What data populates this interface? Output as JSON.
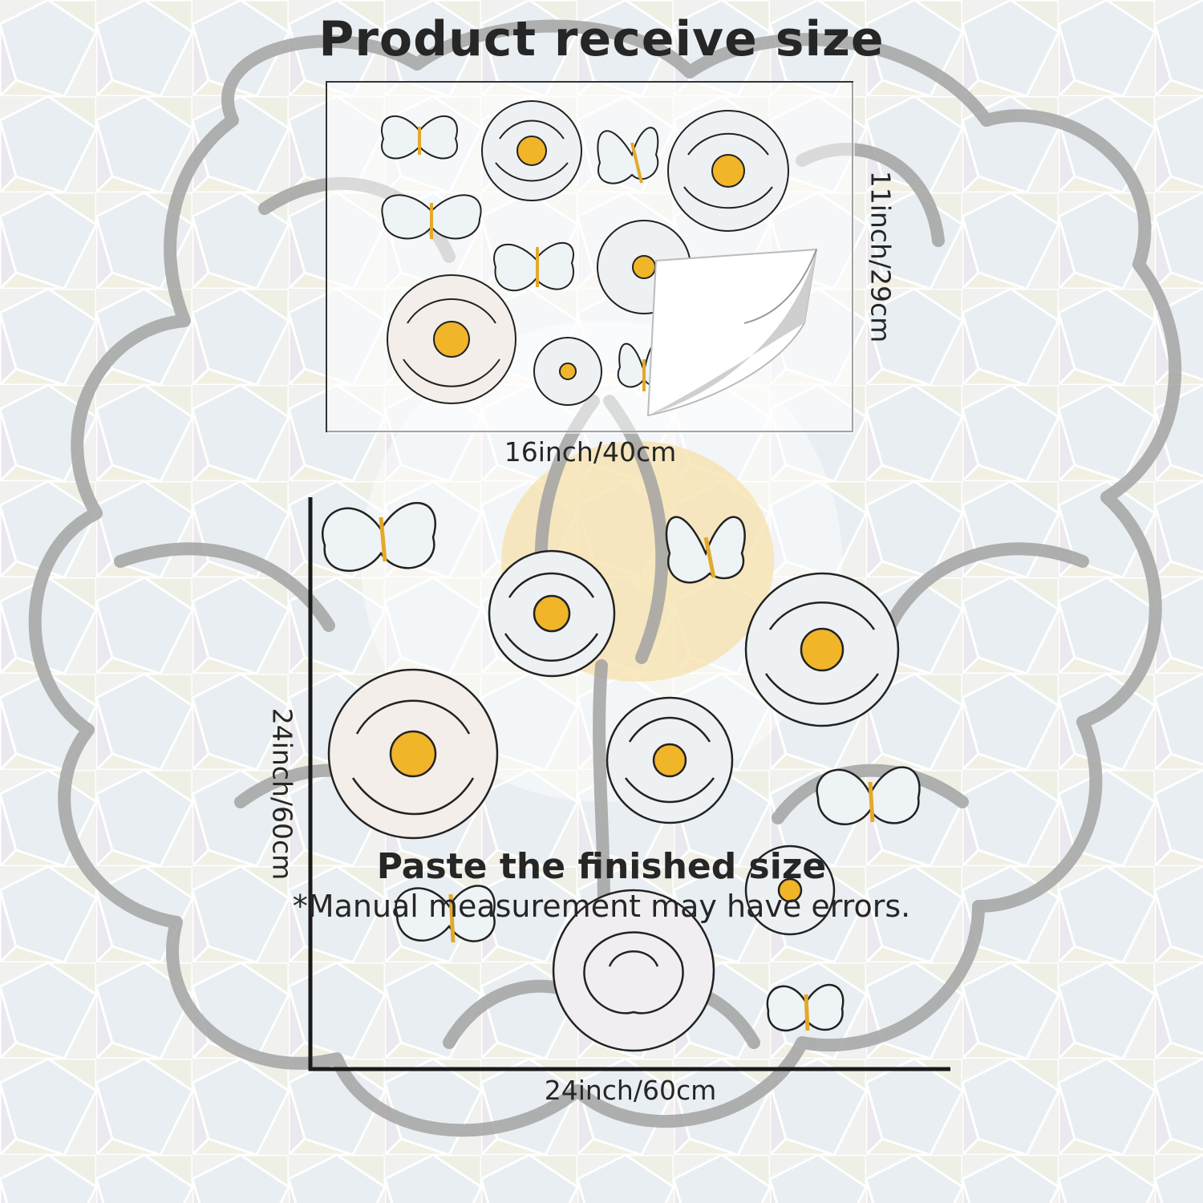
{
  "titles": {
    "top": "Product receive size",
    "bottom": "Paste the finished size",
    "note": "*Manual measurement may have errors."
  },
  "dimensions": {
    "sheet_width": "16inch/40cm",
    "sheet_height": "11inch/29cm",
    "finished_width": "24inch/60cm",
    "finished_height": "24inch/60cm"
  },
  "colors": {
    "text": "#262626",
    "outline": "#9a9a9a",
    "flower_center": "#f1b52a"
  },
  "icons": {
    "sticker_sheet": [
      "butterfly-icon",
      "flower-icon"
    ],
    "peel_corner": "peeled-corner-icon"
  }
}
